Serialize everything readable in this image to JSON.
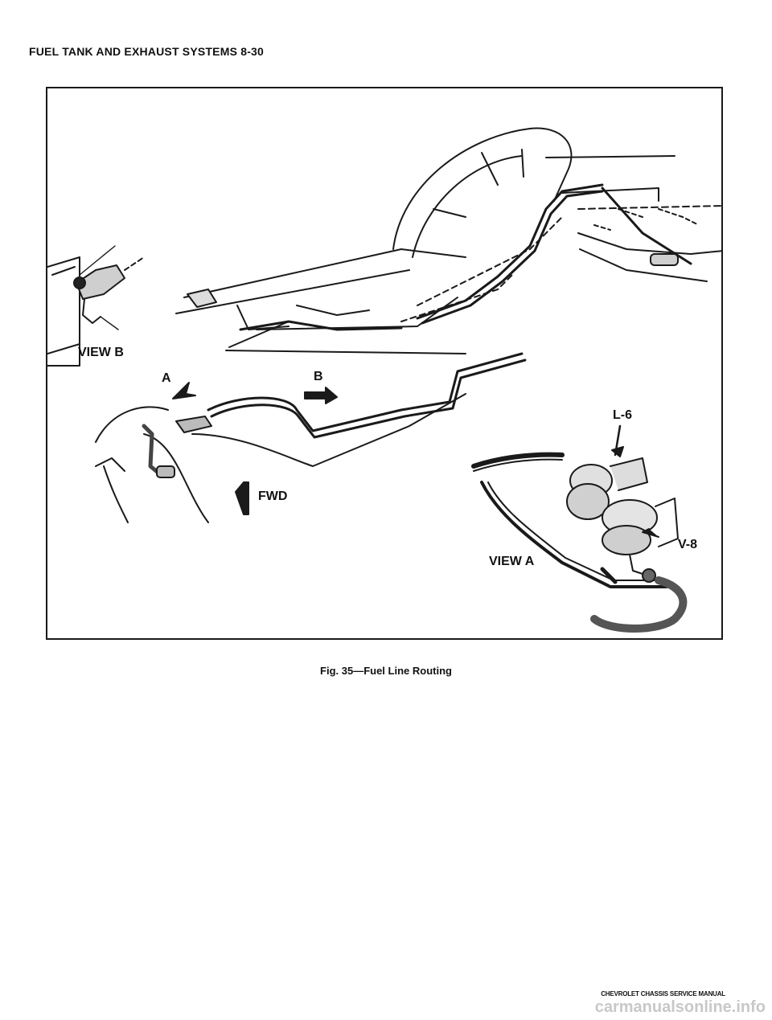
{
  "header": {
    "title": "FUEL TANK AND EXHAUST SYSTEMS 8-30"
  },
  "figure": {
    "labels": {
      "view_b": "VIEW B",
      "view_a": "VIEW A",
      "a": "A",
      "b": "B",
      "fwd": "FWD",
      "l6": "L-6",
      "v8": "V-8"
    },
    "caption": "Fig. 35—Fuel Line Routing"
  },
  "footer": {
    "manual": "CHEVROLET CHASSIS SERVICE MANUAL"
  },
  "watermark": "carmanualsonline.info"
}
